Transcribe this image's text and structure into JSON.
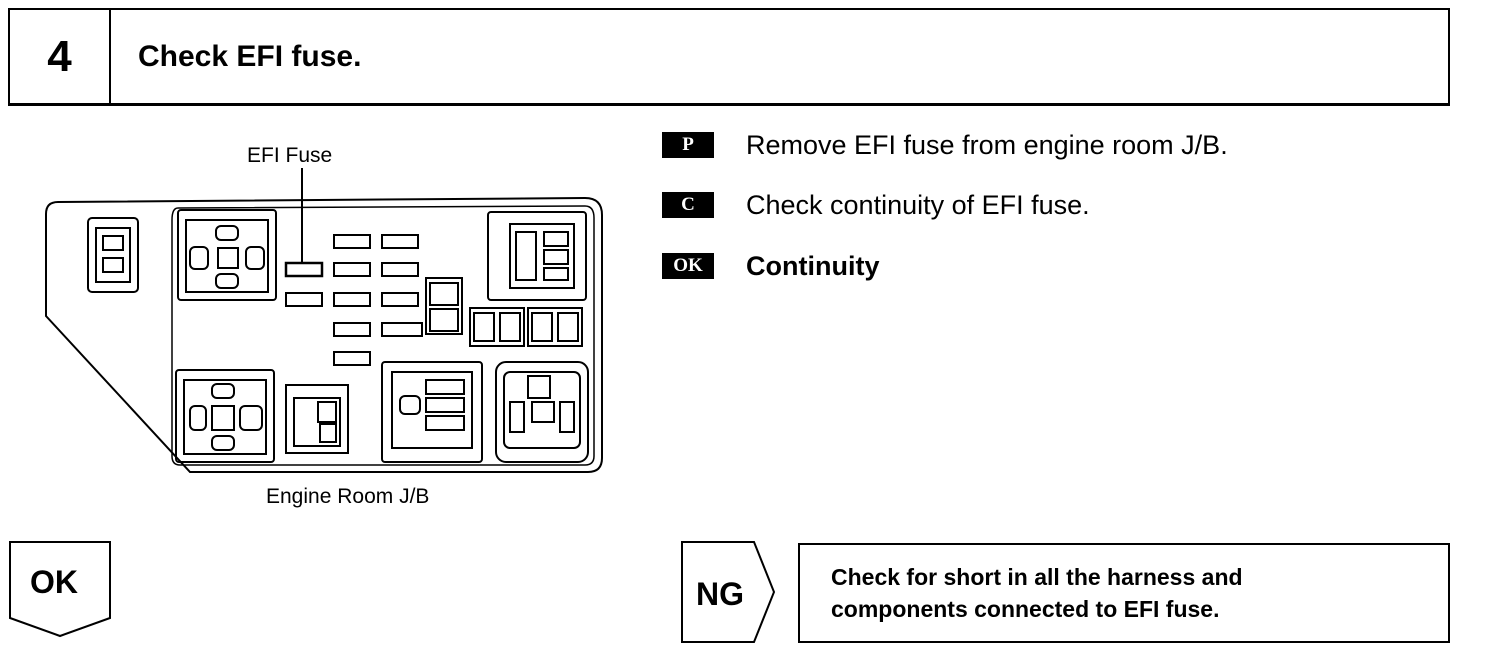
{
  "step": {
    "number": "4",
    "title": "Check EFI fuse."
  },
  "diagram": {
    "fuse_label": "EFI Fuse",
    "box_label": "Engine Room J/B"
  },
  "instructions": [
    {
      "badge": "P",
      "text": "Remove EFI fuse from engine room J/B."
    },
    {
      "badge": "C",
      "text": "Check continuity of EFI fuse."
    },
    {
      "badge": "OK",
      "text": "Continuity"
    }
  ],
  "results": {
    "ok_label": "OK",
    "ng_label": "NG",
    "ng_action": [
      "Check for short in all the harness and",
      "components connected to EFI fuse."
    ]
  }
}
